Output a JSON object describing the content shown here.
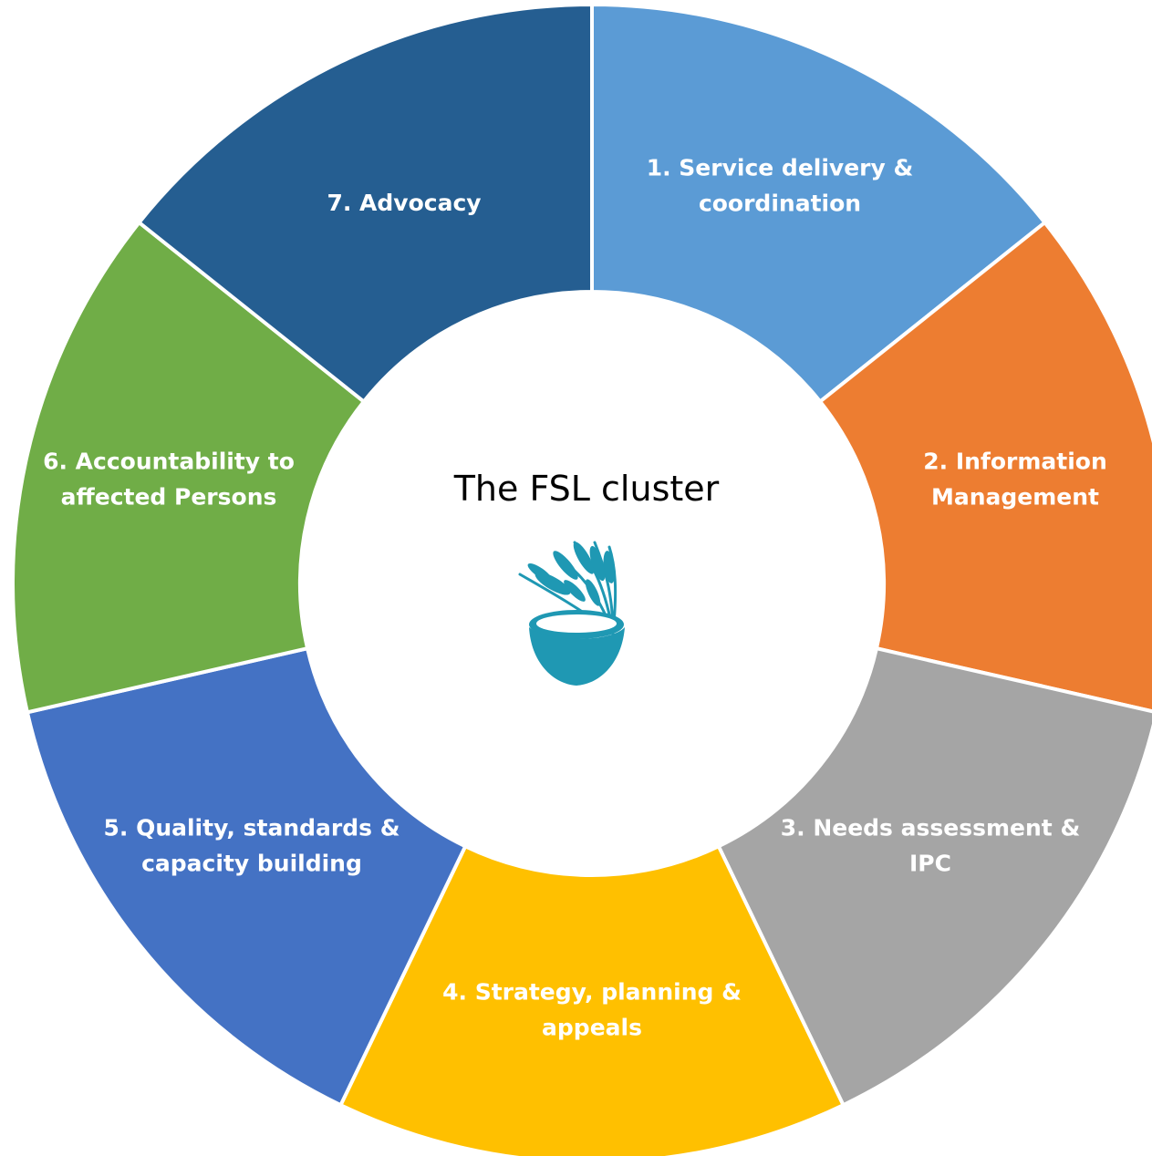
{
  "diagram": {
    "center_title": "The FSL cluster",
    "center_icon": "wheat-bowl-icon",
    "icon_color": "#1f98b3",
    "segments": [
      {
        "id": "service-delivery",
        "lines": [
          "1. Service delivery &",
          "coordination"
        ],
        "color": "#5b9bd5"
      },
      {
        "id": "information-management",
        "lines": [
          "2. Information",
          "Management"
        ],
        "color": "#ed7d31"
      },
      {
        "id": "needs-assessment",
        "lines": [
          "3. Needs assessment &",
          "IPC"
        ],
        "color": "#a5a5a5"
      },
      {
        "id": "strategy-planning",
        "lines": [
          "4. Strategy, planning &",
          "appeals"
        ],
        "color": "#ffc000"
      },
      {
        "id": "quality-standards",
        "lines": [
          "5. Quality, standards &",
          "capacity building"
        ],
        "color": "#4472c4"
      },
      {
        "id": "accountability",
        "lines": [
          "6. Accountability to",
          "affected Persons"
        ],
        "color": "#70ad47"
      },
      {
        "id": "advocacy",
        "lines": [
          "7. Advocacy"
        ],
        "color": "#255e91"
      }
    ]
  }
}
